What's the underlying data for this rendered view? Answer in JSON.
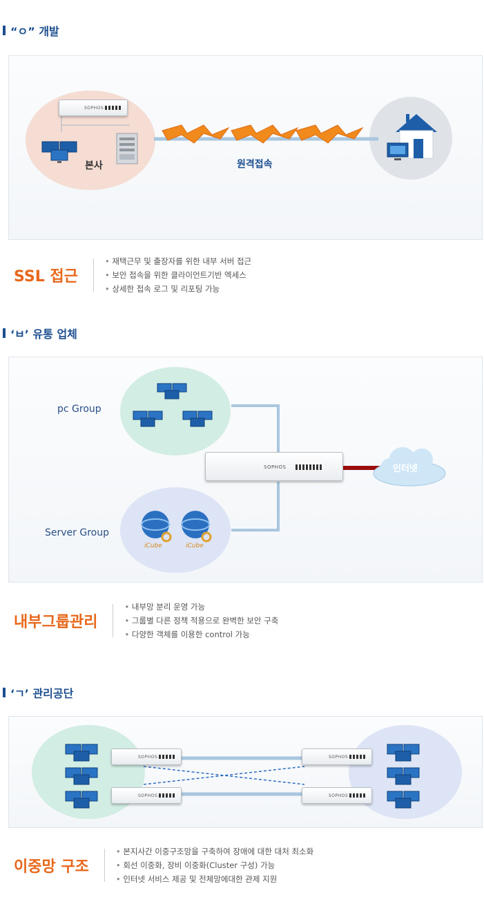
{
  "sections": [
    {
      "title": "“ㅇ” 개발",
      "diagram": {
        "hq_label": "본사",
        "link_label": "원격접속"
      },
      "feature": {
        "title": "SSL 접근",
        "items": [
          "재택근무 및 출장자를 위한 내부 서버 접근",
          "보안 접속을 위한 클라이언트기반 엑세스",
          "상세한 접속 로그 및 리포팅 가능"
        ]
      }
    },
    {
      "title": "‘ㅂ’ 유통 업체",
      "diagram": {
        "pc_group_label": "pc Group",
        "server_group_label": "Server Group",
        "internet_label": "인터넷",
        "server_caption": "iCube"
      },
      "feature": {
        "title": "내부그룹관리",
        "items": [
          "내부망 분리 운영 가능",
          "그룹별 다른 정책 적용으로 완벽한 보안 구축",
          "다양한 객체를 이용한 control 가능"
        ]
      }
    },
    {
      "title": "‘ㄱ’ 관리공단",
      "diagram": {},
      "feature": {
        "title": "이중망 구조",
        "items": [
          "본지사간 이중구조망을 구축하여 장애에 대한 대처 최소화",
          "회선 이중화, 장비 이중화(Cluster 구성) 가능",
          "인터넷 서비스 제공 및 전체망에대한 관제 지원"
        ]
      }
    }
  ],
  "device_brand": "SOPHOS",
  "colors": {
    "title_blue": "#1d4f8f",
    "accent_orange": "#e8671a",
    "link_red": "#9b0d0d",
    "line_blue": "#a9c6df"
  }
}
